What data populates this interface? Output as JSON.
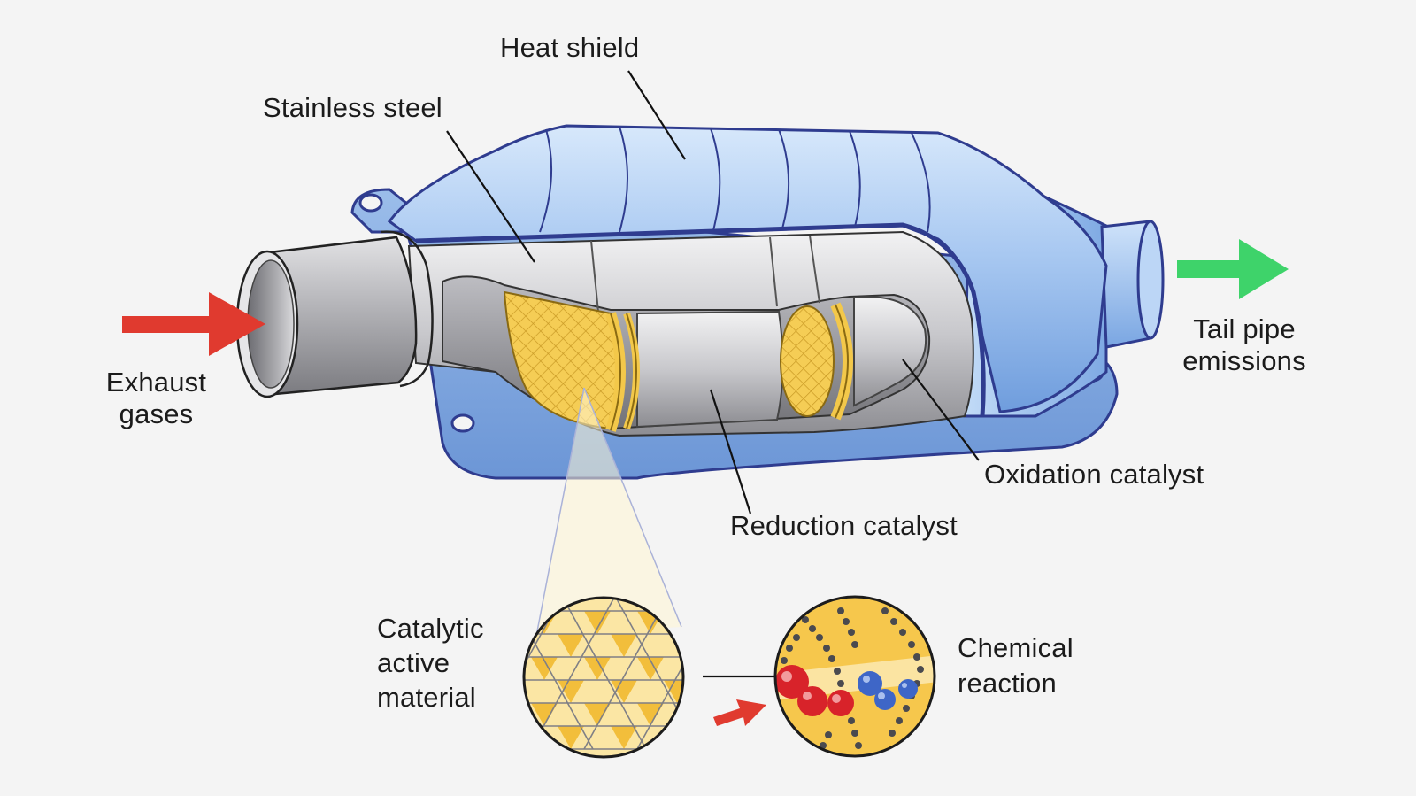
{
  "labels": {
    "heat_shield": "Heat shield",
    "stainless_steel": "Stainless steel",
    "exhaust_gases": "Exhaust\ngases",
    "tail_pipe": "Tail pipe\nemissions",
    "oxidation_catalyst": "Oxidation catalyst",
    "reduction_catalyst": "Reduction catalyst",
    "catalytic_active_material": "Catalytic\nactive\nmaterial",
    "chemical_reaction": "Chemical\nreaction"
  },
  "colors": {
    "inflow_arrow": "#e03a2f",
    "outflow_arrow": "#3ed36a",
    "heat_shield": "#a9c9f0",
    "catalyst_honeycomb": "#f3c84a",
    "steel": "#b9b9bd",
    "reaction_red": "#d8232a",
    "reaction_blue": "#3e66c7",
    "background": "#f4f4f4"
  }
}
